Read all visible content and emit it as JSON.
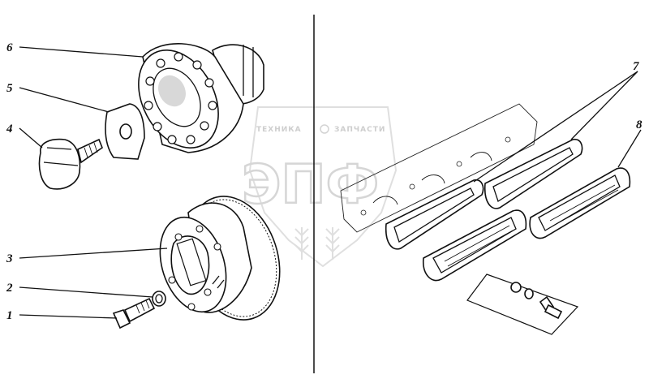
{
  "callouts": [
    {
      "label": "6"
    },
    {
      "label": "5"
    },
    {
      "label": "4"
    },
    {
      "label": "3"
    },
    {
      "label": "2"
    },
    {
      "label": "1"
    },
    {
      "label": "7"
    },
    {
      "label": "8"
    }
  ],
  "watermark": {
    "left_word": "ТЕХНИКА",
    "right_word": "ЗАПЧАСТИ",
    "logo": "ЭПФ"
  }
}
